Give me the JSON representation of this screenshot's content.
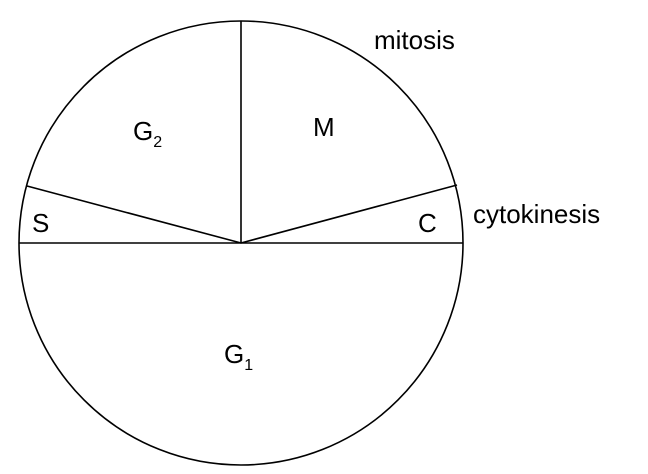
{
  "diagram": {
    "phases": {
      "g2": {
        "letter": "G",
        "subscript": "2"
      },
      "m": {
        "letter": "M"
      },
      "s": {
        "letter": "S"
      },
      "c": {
        "letter": "C"
      },
      "g1": {
        "letter": "G",
        "subscript": "1"
      }
    },
    "annotations": {
      "mitosis": "mitosis",
      "cytokinesis": "cytokinesis"
    }
  }
}
